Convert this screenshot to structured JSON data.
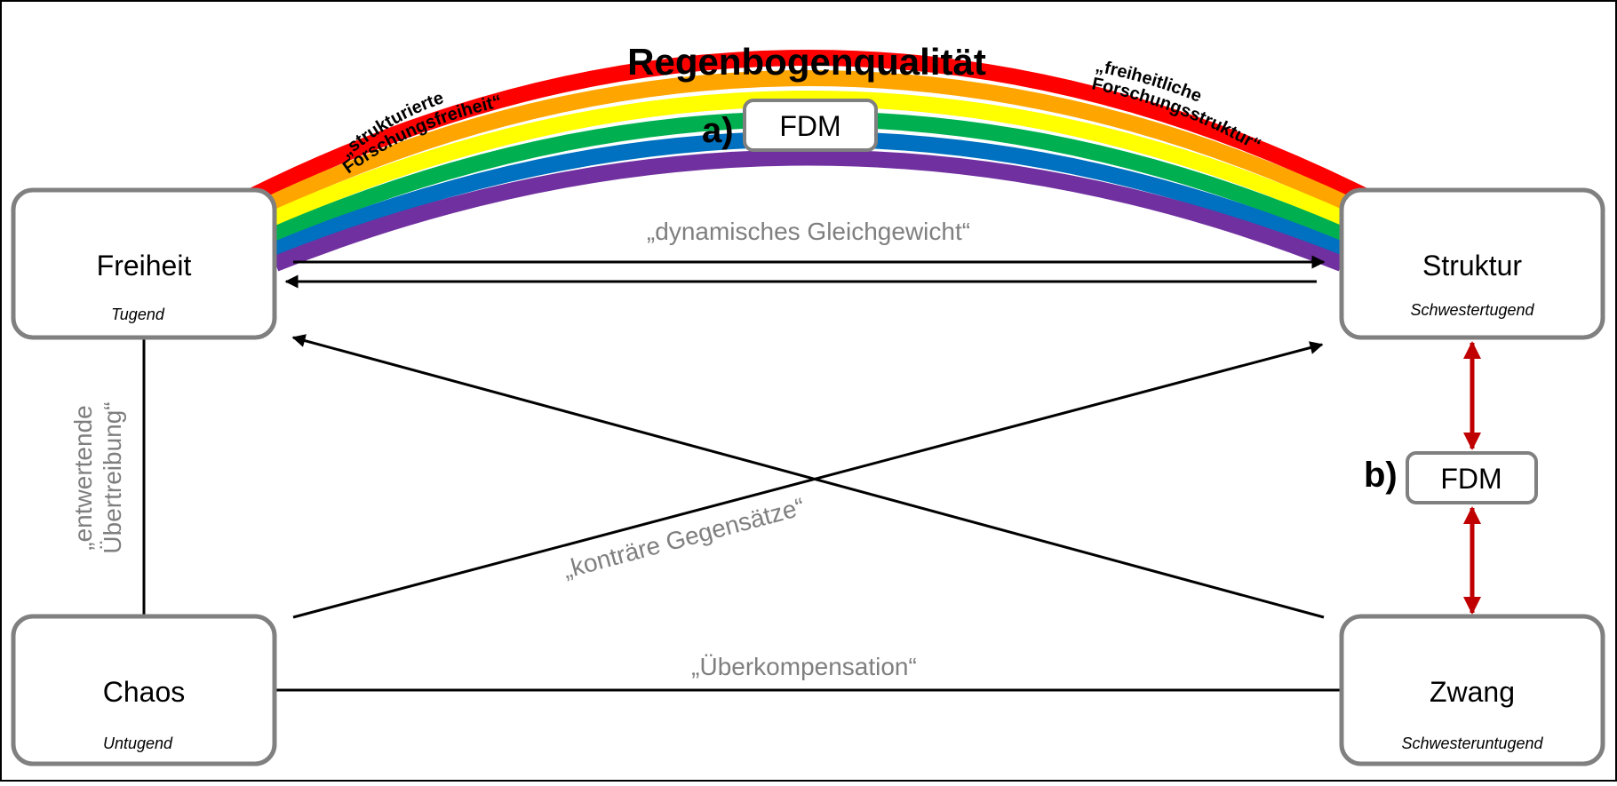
{
  "rainbow": {
    "title": "Regenbogenqualität",
    "left_line1": "„strukturierte",
    "left_line2": "Forschungsfreiheit“",
    "right_line1": "„freiheitliche",
    "right_line2": "Forschungsstruktur“",
    "colors": [
      "#ff0000",
      "#ffa500",
      "#ffff00",
      "#00b050",
      "#0070c0",
      "#7030a0"
    ]
  },
  "nodes": {
    "freiheit": {
      "title": "Freiheit",
      "subtitle": "Tugend"
    },
    "struktur": {
      "title": "Struktur",
      "subtitle": "Schwestertugend"
    },
    "chaos": {
      "title": "Chaos",
      "subtitle": "Untugend"
    },
    "zwang": {
      "title": "Zwang",
      "subtitle": "Schwesteruntugend"
    }
  },
  "fdm_a": {
    "marker": "a)",
    "label": "FDM"
  },
  "fdm_b": {
    "marker": "b)",
    "label": "FDM"
  },
  "edges": {
    "equilibrium": "„dynamisches Gleichgewicht“",
    "contrary": "„konträre Gegensätze“",
    "overcompensation": "„Überkompensation“",
    "devaluing_line1": "„entwertende",
    "devaluing_line2": "Übertreibung“"
  },
  "colors": {
    "box_border": "#808080",
    "label_gray": "#7f7f7f",
    "red_arrow": "#c00000"
  }
}
